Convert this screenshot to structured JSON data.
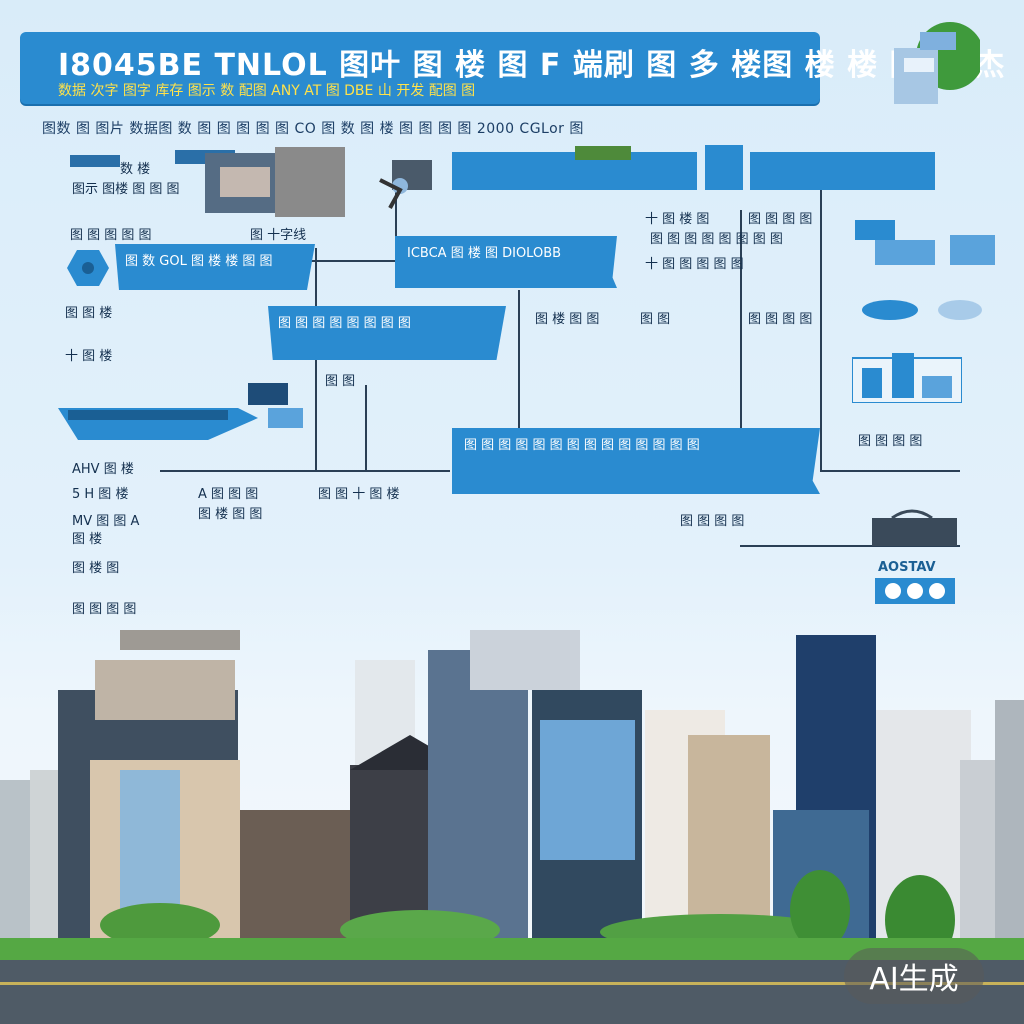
{
  "header": {
    "title": "I8045BE TNLOL 图叶 图 楼 图 F 端刷 图 多 楼图 楼 楼 图 以 杰",
    "subtitle": "数据 次字 图字 库存 图示 数 配图 ANY AT 图 DBE 山 开发 配图 图"
  },
  "subtitle_line": "图数 图 图片 数据图 数 图 图 图 图 图 CO 图 数 图 楼 图 图 图 图 2000 CGLor 图",
  "labels": {
    "l1": "数 楼",
    "l2": "图示 图楼 图 图 图",
    "l3": "图 十字线",
    "l4": "十 图 楼 图",
    "l5": "图 图 图 图 图 图 图 图",
    "l6": "图 图 图 图",
    "l7": "十 图 图 图 图 图",
    "l8": "图 图 图 图 图",
    "l9": "图 图 楼",
    "l10": "十 图 楼",
    "l11": "图 楼 图 图",
    "l12": "图 图",
    "l13": "图 图 图 图",
    "l14": "AHV 图 楼",
    "l15": "5 H 图 楼",
    "l16": "A 图 图 图",
    "l17": "图 楼 图 图",
    "l18": "MV 图 图 A",
    "l19": "图 楼",
    "l20": "图 楼 图",
    "l21": "图 图 图 图",
    "l22": "图 图 十 图 楼",
    "l23": "图 图",
    "l24": "图 图 图 图",
    "l25": "AOSTAV"
  },
  "boxes": {
    "b1": "图 数 GOL 图 楼 楼 图 图",
    "b2": "ICBCA 图 楼 图 DIOLOBB",
    "b3": "图 图 图 图 图 图 图 图",
    "b4": "图 图 图 图 图 图 图 图 图 图 图 图 图 图"
  },
  "watermark": "AI生成",
  "colors": {
    "accent": "#2a8bd0",
    "line": "#2a3f55",
    "text": "#14304f",
    "highlight": "#ffe24a"
  }
}
